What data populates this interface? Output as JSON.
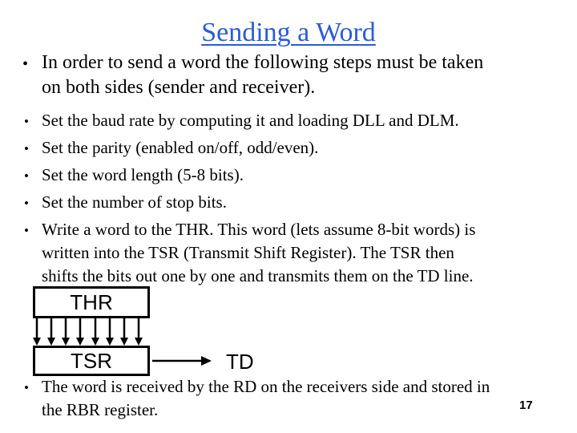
{
  "slide": {
    "title": "Sending a Word",
    "title_color": "#2A5CD8",
    "page_number": "17",
    "bullet_glyph": "•"
  },
  "intro": {
    "lines": [
      "In order to send a word the following steps must be taken",
      "on both sides (sender and receiver)."
    ]
  },
  "steps": {
    "items": [
      {
        "lines": [
          "Set the baud rate by computing it and loading DLL and DLM."
        ]
      },
      {
        "lines": [
          "Set the parity (enabled on/off, odd/even)."
        ]
      },
      {
        "lines": [
          "Set the word length (5-8 bits)."
        ]
      },
      {
        "lines": [
          "Set the number of stop bits."
        ]
      },
      {
        "lines": [
          "Write a word to the THR. This word (lets assume 8-bit words) is",
          "written into the TSR (Transmit Shift Register). The TSR then",
          "shifts the bits out one by one and transmits them on the TD line."
        ]
      }
    ]
  },
  "diagram": {
    "thr_label": "THR",
    "tsr_label": "TSR",
    "td_label": "TD",
    "arrow_count": 8,
    "line_color": "#000000"
  },
  "outro": {
    "lines": [
      "The word is received by the RD on the receivers side and stored in",
      "the RBR register."
    ]
  }
}
